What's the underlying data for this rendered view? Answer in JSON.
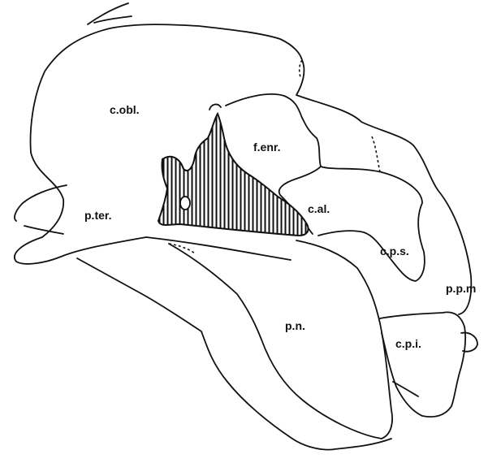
{
  "labels": {
    "c_obl": "c.obl.",
    "f_enr": "f.enr.",
    "p_ter": "p.ter.",
    "c_al": "c.al.",
    "c_p_s": "c.p.s.",
    "p_p_m": "p.p.m",
    "p_n": "p.n.",
    "c_p_i": "c.p.i."
  },
  "colors": {
    "line": "#111111",
    "background": "#ffffff",
    "hatch": "#111111"
  }
}
